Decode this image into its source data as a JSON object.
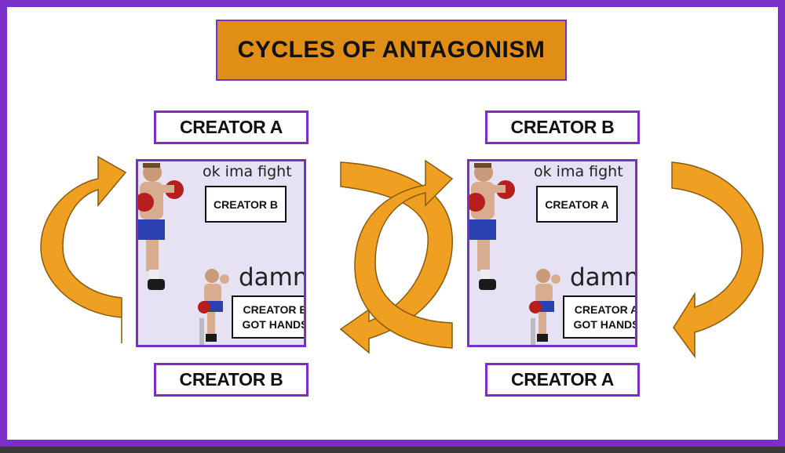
{
  "title": "CYCLES OF ANTAGONISM",
  "left": {
    "top_label": "CREATOR A",
    "bottom_label": "CREATOR B",
    "panel": {
      "caption_top": "ok ima fight",
      "box_top": "CREATOR B",
      "caption_bottom": "damn",
      "box_bottom_line1": "CREATOR B",
      "box_bottom_line2": "GOT HANDS"
    }
  },
  "right": {
    "top_label": "CREATOR B",
    "bottom_label": "CREATOR A",
    "panel": {
      "caption_top": "ok ima fight",
      "box_top": "CREATOR A",
      "caption_bottom": "damn",
      "box_bottom_line1": "CREATOR A",
      "box_bottom_line2": "GOT HANDS"
    }
  },
  "colors": {
    "frame": "#7a30c8",
    "title_fill": "#e08e15",
    "arrow_fill": "#f0a020",
    "panel_bg": "#e6e2f3"
  },
  "icons": [
    "boxer-standing-icon",
    "boxer-sitting-icon",
    "cycle-arrow-icon"
  ]
}
